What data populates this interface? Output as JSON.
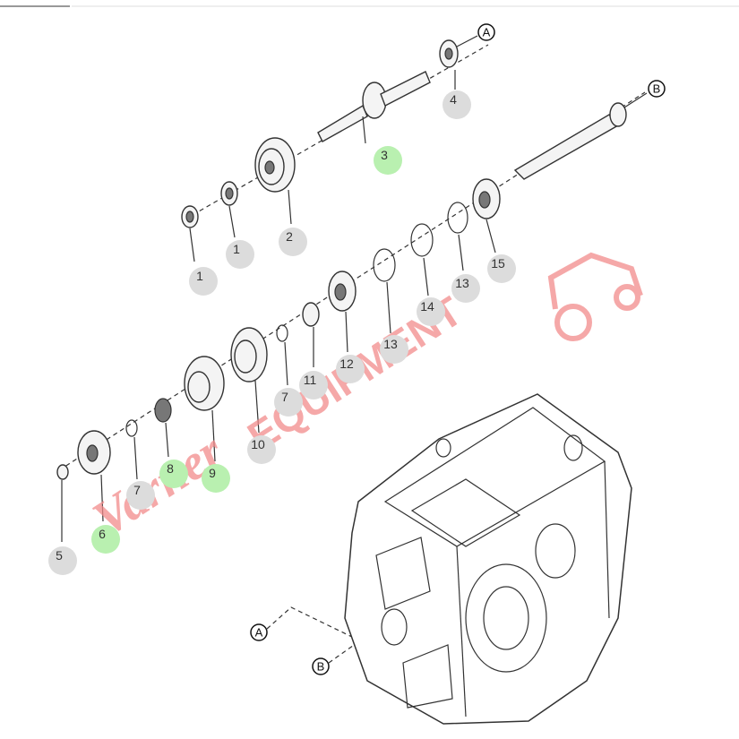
{
  "diagram": {
    "callouts": [
      {
        "label": "1",
        "status": "default"
      },
      {
        "label": "1",
        "status": "default"
      },
      {
        "label": "2",
        "status": "default"
      },
      {
        "label": "3",
        "status": "highlighted"
      },
      {
        "label": "4",
        "status": "default"
      },
      {
        "label": "5",
        "status": "default"
      },
      {
        "label": "6",
        "status": "highlighted"
      },
      {
        "label": "7",
        "status": "default"
      },
      {
        "label": "7",
        "status": "default"
      },
      {
        "label": "8",
        "status": "highlighted"
      },
      {
        "label": "9",
        "status": "highlighted"
      },
      {
        "label": "10",
        "status": "default"
      },
      {
        "label": "11",
        "status": "default"
      },
      {
        "label": "12",
        "status": "default"
      },
      {
        "label": "13",
        "status": "default"
      },
      {
        "label": "13",
        "status": "default"
      },
      {
        "label": "14",
        "status": "default"
      },
      {
        "label": "15",
        "status": "default"
      }
    ],
    "references": {
      "a_top": "A",
      "b_top": "B",
      "a_housing": "A",
      "b_housing": "B"
    },
    "colors": {
      "highlight": "#b9f0b0",
      "default": "#dcdcdc",
      "watermark": "#f28b8b"
    }
  },
  "watermark": {
    "text_script": "Varner",
    "text_block": "EQUIPMENT"
  }
}
